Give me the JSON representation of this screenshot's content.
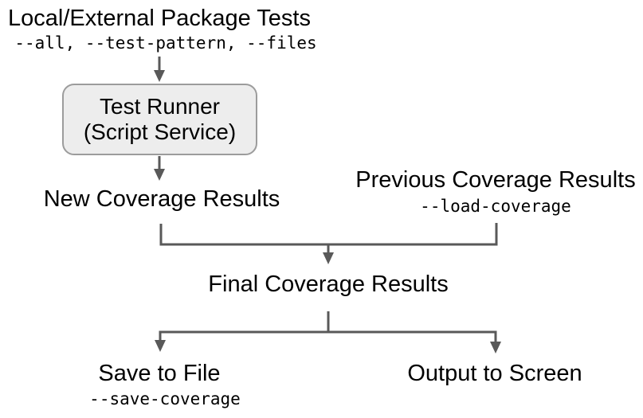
{
  "diagram": {
    "source": {
      "title": "Local/External Package Tests",
      "flags": "--all, --test-pattern, --files"
    },
    "runner_box": {
      "line1": "Test Runner",
      "line2": "(Script Service)"
    },
    "new_coverage": {
      "label": "New Coverage Results"
    },
    "previous_coverage": {
      "label": "Previous Coverage Results",
      "flag": "--load-coverage"
    },
    "final_coverage": {
      "label": "Final Coverage Results"
    },
    "save_to_file": {
      "label": "Save to File",
      "flag": "--save-coverage"
    },
    "output_to_screen": {
      "label": "Output to Screen"
    },
    "colors": {
      "connector": "#595959",
      "box_fill": "#ededed",
      "box_border": "#9c9c9c",
      "text": "#000000",
      "background": "#ffffff"
    }
  }
}
